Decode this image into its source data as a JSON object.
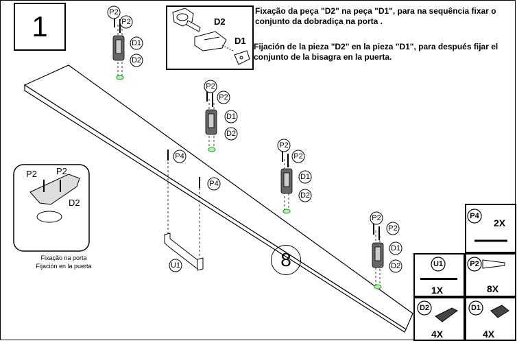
{
  "step": {
    "number": "1"
  },
  "captions": {
    "pt": "Fixação da peça \"D2\" na peça \"D1\", para na sequência fixar o conjunto da dobradiça na porta .",
    "es": "Fijación de la pieza \"D2\" en la pieza \"D1\", para después fijar el conjunto de la  bisagra en la puerta."
  },
  "detail": {
    "label_d2": "D2",
    "label_d1": "D1"
  },
  "inset": {
    "label_p2_a": "P2",
    "label_p2_b": "P2",
    "label_d2": "D2",
    "caption_pt": "Fixação na porta",
    "caption_es": "Fijación en la puerta"
  },
  "callouts": {
    "p2": "P2",
    "d1": "D1",
    "d2": "D2",
    "p4": "P4",
    "u1": "U1"
  },
  "board": {
    "number": "8"
  },
  "parts": [
    {
      "code": "P4",
      "qty": "2X"
    },
    {
      "code": "U1",
      "qty": "1X"
    },
    {
      "code": "P2",
      "qty": "8X"
    },
    {
      "code": "D2",
      "qty": "4X"
    },
    {
      "code": "D1",
      "qty": "4X"
    }
  ]
}
